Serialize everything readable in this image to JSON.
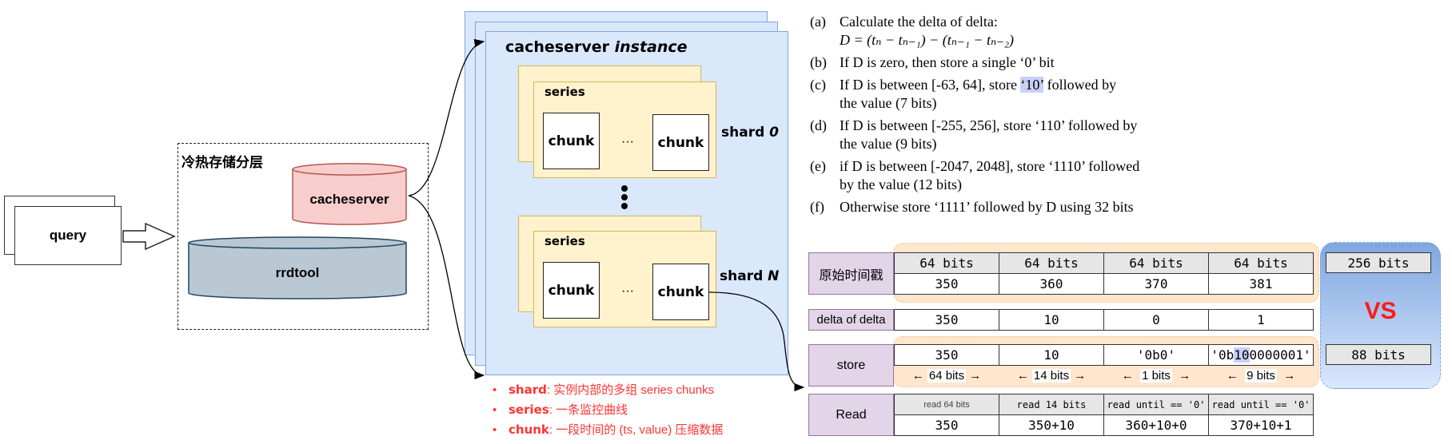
{
  "left": {
    "query_label": "query",
    "layer_title": "冷热存储分层",
    "cacheserver_label": "cacheserver",
    "rrdtool_label": "rrdtool"
  },
  "instance": {
    "title_plain": "cacheserver",
    "title_italic": "instance",
    "series_label": "series",
    "chunk_label": "chunk",
    "ellipsis": "···",
    "vdots": "⋮",
    "shard0_prefix": "shard",
    "shard0_suffix": "0",
    "shardN_prefix": "shard",
    "shardN_suffix": "N"
  },
  "legend": [
    {
      "term": "shard",
      "desc": ": 实例内部的多组 series chunks"
    },
    {
      "term": "series",
      "desc": ": 一条监控曲线"
    },
    {
      "term": "chunk",
      "desc": ": 一段时间的 (ts, value) 压缩数据"
    }
  ],
  "rules": [
    {
      "tag": "(a)",
      "lines": [
        "Calculate the delta of delta:",
        "D = (tₙ − tₙ₋₁) − (tₙ₋₁ − tₙ₋₂)"
      ]
    },
    {
      "tag": "(b)",
      "lines": [
        "If D is zero, then store a single ‘0’ bit"
      ]
    },
    {
      "tag": "(c)",
      "pre": "If D is between [-63, 64], store ",
      "highlight": "‘10’",
      "post": " followed by",
      "line2": "the value (7 bits)"
    },
    {
      "tag": "(d)",
      "lines": [
        "If D is between [-255, 256], store ‘110’ followed by",
        "the value (9 bits)"
      ]
    },
    {
      "tag": "(e)",
      "lines": [
        "if D is between [-2047, 2048], store ‘1110’ followed",
        "by the value (12 bits)"
      ]
    },
    {
      "tag": "(f)",
      "lines": [
        "Otherwise store ‘1111’ followed by D using 32 bits"
      ]
    }
  ],
  "table": {
    "raw": {
      "label": "原始时间戳",
      "bits": [
        "64 bits",
        "64 bits",
        "64 bits",
        "64 bits"
      ],
      "values": [
        "350",
        "360",
        "370",
        "381"
      ]
    },
    "dod": {
      "label": "delta of delta",
      "values": [
        "350",
        "10",
        "0",
        "1"
      ]
    },
    "store": {
      "label": "store",
      "values": [
        "350",
        "10",
        "'0b0'"
      ],
      "last_value": {
        "pre": "'0b",
        "highlight": "10",
        "post": "0000001'"
      },
      "bit_sizes": [
        "64 bits",
        "14 bits",
        "1 bits",
        "9 bits"
      ]
    },
    "read": {
      "label": "Read",
      "ops": [
        "read 64 bits",
        "read 14 bits",
        "read until == '0'",
        "read until == '0'"
      ],
      "values": [
        "350",
        "350+10",
        "360+10+0",
        "370+10+1"
      ]
    }
  },
  "compare": {
    "before": "256 bits",
    "vs": "VS",
    "after": "88 bits"
  },
  "colors": {
    "legend_red": "#ff3333",
    "vs_red": "#ff1a1a",
    "highlight": "#c9d0f7",
    "cacheserver_fill": "#f8cecc",
    "rrdtool_fill": "#bac8d3"
  }
}
